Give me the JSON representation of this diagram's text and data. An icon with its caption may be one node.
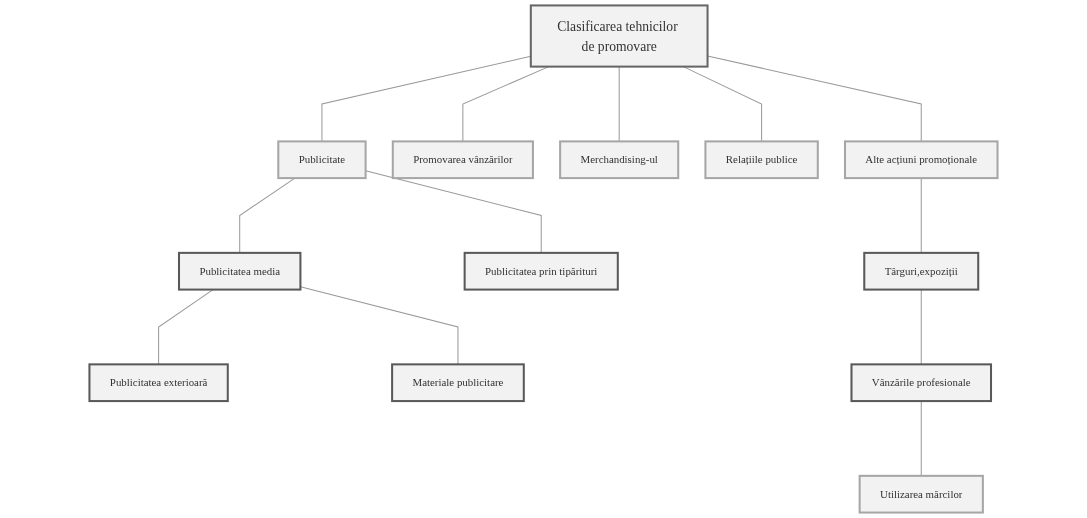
{
  "diagram": {
    "nodes": [
      {
        "text": [
          "Clasificarea tehnicilor de promovare"
        ]
      },
      {
        "text": [
          "Publicitate"
        ]
      },
      {
        "text": [
          "Promovarea vânzărilor"
        ]
      },
      {
        "text": [
          "Merchandising-ul"
        ]
      },
      {
        "text": [
          "Relațiile publice"
        ]
      },
      {
        "text": [
          "Alte acțiuni promoționale"
        ]
      },
      {
        "text": [
          "Publicitatea media"
        ]
      },
      {
        "text": [
          "Publicitatea prin tipărituri"
        ]
      },
      {
        "text": [
          "Publicitatea exterioară"
        ]
      },
      {
        "text": [
          "Materiale publicitare"
        ]
      },
      {
        "text": [
          "Târguri,expoziții"
        ]
      },
      {
        "text": [
          "Vânzările profesionale"
        ]
      },
      {
        "text": [
          "Utilizarea mărcilor"
        ]
      }
    ],
    "edges": [
      {
        "from": 0,
        "to": 1,
        "arrow": "none"
      },
      {
        "from": 0,
        "to": 2,
        "arrow": "none"
      },
      {
        "from": 0,
        "to": 3,
        "arrow": "none"
      },
      {
        "from": 0,
        "to": 4,
        "arrow": "none"
      },
      {
        "from": 0,
        "to": 5,
        "arrow": "none"
      },
      {
        "from": 1,
        "to": 6,
        "arrow": "none"
      },
      {
        "from": 1,
        "to": 7,
        "arrow": "none"
      },
      {
        "from": 6,
        "to": 8,
        "arrow": "none"
      },
      {
        "from": 6,
        "to": 9,
        "arrow": "none"
      },
      {
        "from": 5,
        "to": 10,
        "arrow": "none"
      },
      {
        "from": 10,
        "to": 11,
        "arrow": "none"
      },
      {
        "from": 11,
        "to": 12,
        "arrow": "none"
      }
    ]
  }
}
